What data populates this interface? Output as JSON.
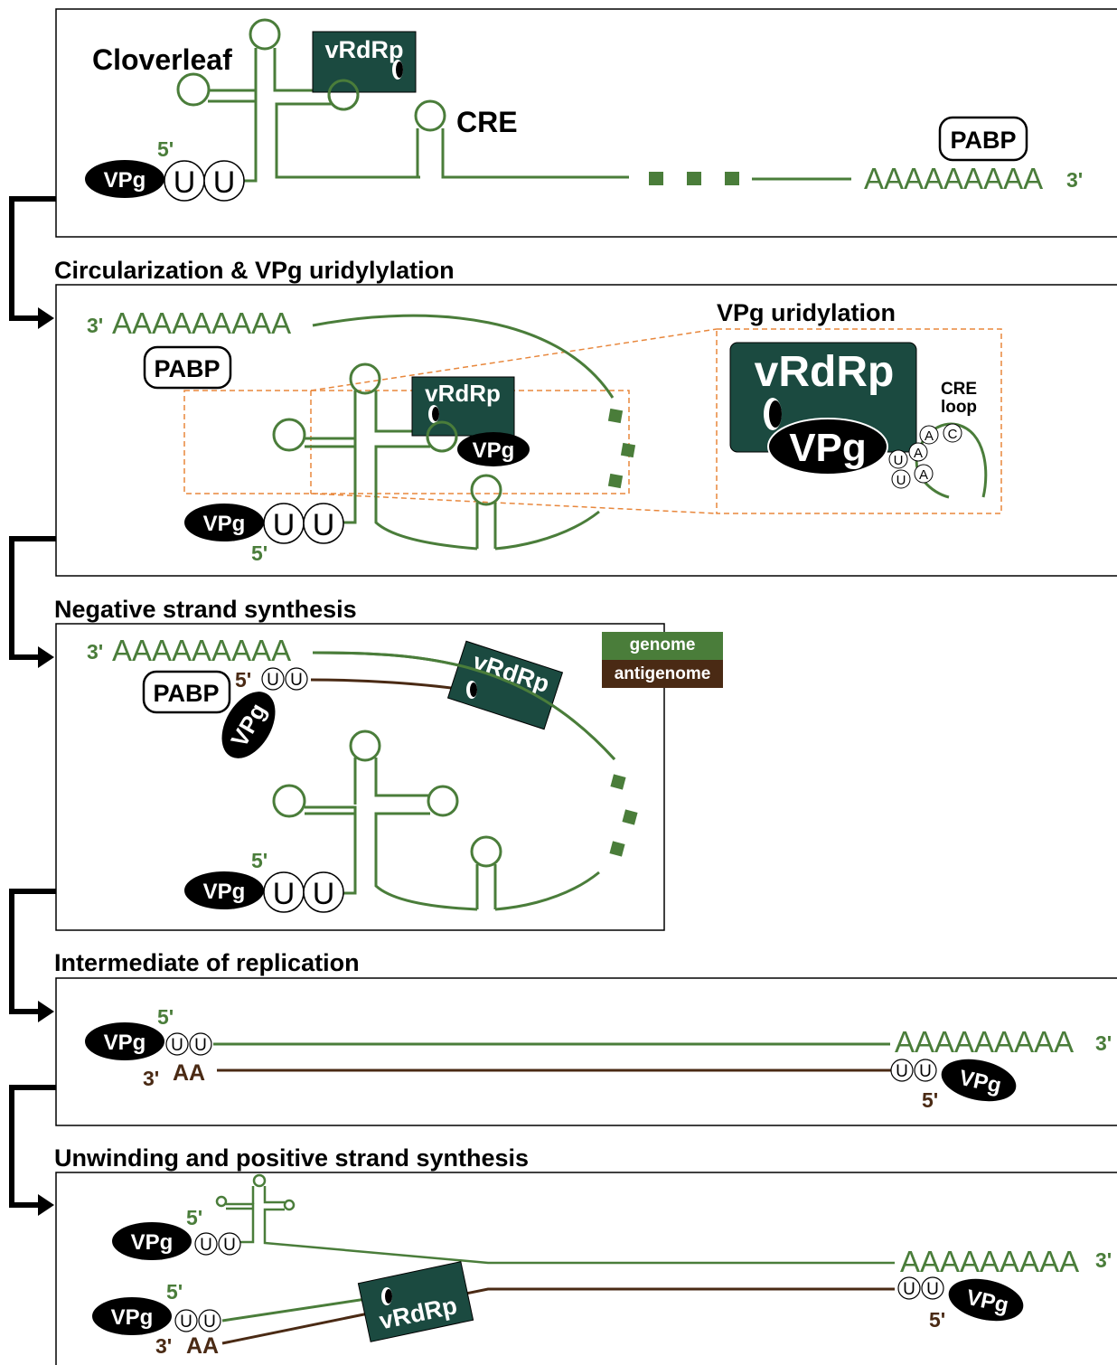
{
  "colors": {
    "genome": "#4a7d3a",
    "antigenome": "#4a2a14",
    "vrdrp": "#1b4a40",
    "dash": "#e8873c"
  },
  "panel1": {
    "cloverleaf": "Cloverleaf",
    "five": "5'",
    "vpg": "VPg",
    "u": "U",
    "vrdrp": "vRdRp",
    "cre": "CRE",
    "pabp": "PABP",
    "polya": "AAAAAAAAA",
    "three": "3'"
  },
  "panel2": {
    "title": "Circularization & VPg uridylylation",
    "three": "3'",
    "polya": "AAAAAAAAA",
    "pabp": "PABP",
    "vrdrp": "vRdRp",
    "vpg": "VPg",
    "u": "U",
    "five": "5'",
    "inset": {
      "title": "VPg uridylation",
      "vrdrp": "vRdRp",
      "vpg": "VPg",
      "cre": "CRE",
      "loop": "loop",
      "a": "A",
      "c": "C",
      "u": "U"
    }
  },
  "panel3": {
    "title": "Negative strand synthesis",
    "three": "3'",
    "polya": "AAAAAAAAA",
    "pabp": "PABP",
    "five_brown": "5'",
    "u": "U",
    "vpg": "VPg",
    "vrdrp": "vRdRp",
    "five": "5'",
    "legend": {
      "genome": "genome",
      "antigenome": "antigenome"
    }
  },
  "panel4": {
    "title": "Intermediate of replication",
    "five": "5'",
    "vpg": "VPg",
    "u": "U",
    "three_brown": "3'",
    "aa": "AA",
    "polya": "AAAAAAAAA",
    "three": "3'",
    "five_brown": "5'"
  },
  "panel5": {
    "title": "Unwinding and positive strand synthesis",
    "five_a": "5'",
    "vpg": "VPg",
    "u": "U",
    "polya": "AAAAAAAAA",
    "three": "3'",
    "five_b": "5'",
    "three_brown": "3'",
    "aa": "AA",
    "vrdrp": "vRdRp",
    "five_brown": "5'"
  }
}
